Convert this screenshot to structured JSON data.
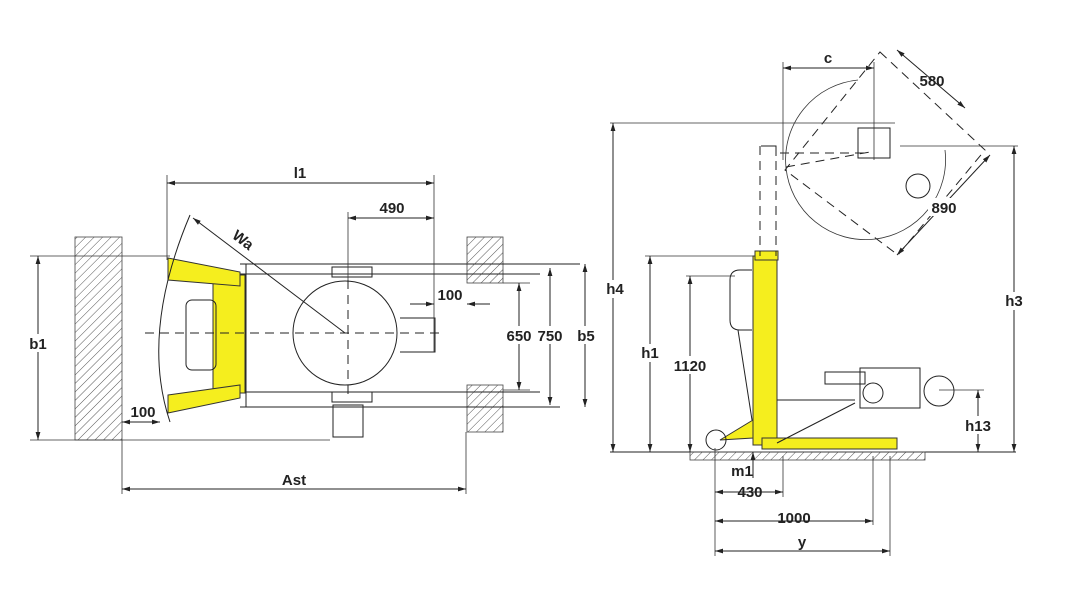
{
  "top_view": {
    "labels": {
      "l1": "l1",
      "d490": "490",
      "wa": "Wa",
      "d100_right": "100",
      "d650": "650",
      "d750": "750",
      "b5": "b5",
      "b1": "b1",
      "d100_left": "100",
      "ast": "Ast"
    }
  },
  "side_view": {
    "labels": {
      "c": "c",
      "d580": "580",
      "d890": "890",
      "h4": "h4",
      "h1": "h1",
      "d1120": "1120",
      "h3": "h3",
      "h13": "h13",
      "m1": "m1",
      "d430": "430",
      "d1000": "1000",
      "y": "y"
    }
  },
  "colors": {
    "accent": "#f5ee1e",
    "line": "#222222"
  }
}
